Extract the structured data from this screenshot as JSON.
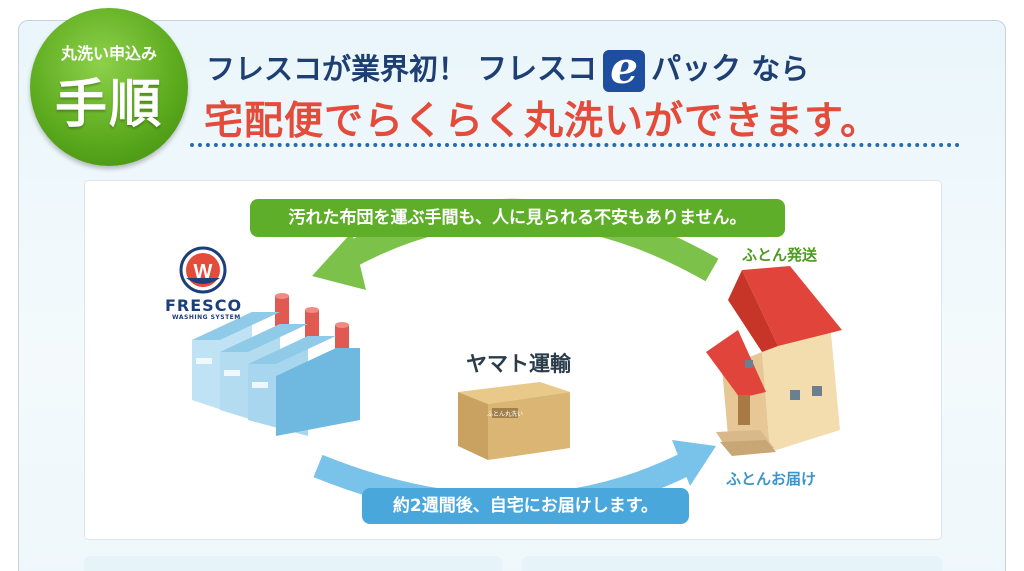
{
  "badge": {
    "small": "丸洗い申込み",
    "large": "手順"
  },
  "headline": {
    "line1_prefix": "フレスコが業界初！",
    "brand_left": "フレスコ",
    "e_mark": "e",
    "brand_right": "パック",
    "line1_suffix": "なら",
    "line2": "宅配便でらくらく丸洗いができます。"
  },
  "diagram": {
    "top_banner": "汚れた布団を運ぶ手間も、人に見られる不安もありません。",
    "bottom_banner": "約2週間後、自宅にお届けします。",
    "send_label": "ふとん発送",
    "deliver_label": "ふとんお届け",
    "carrier": "ヤマト運輸",
    "factory_logo_letter": "W",
    "factory_name": "FRESCO",
    "factory_sub": "WASHING SYSTEM",
    "box_label": "ふとん丸洗い"
  },
  "colors": {
    "green": "#5fae2a",
    "blue": "#4aa7dc",
    "red": "#e34b3b",
    "navy": "#1e3f73"
  }
}
